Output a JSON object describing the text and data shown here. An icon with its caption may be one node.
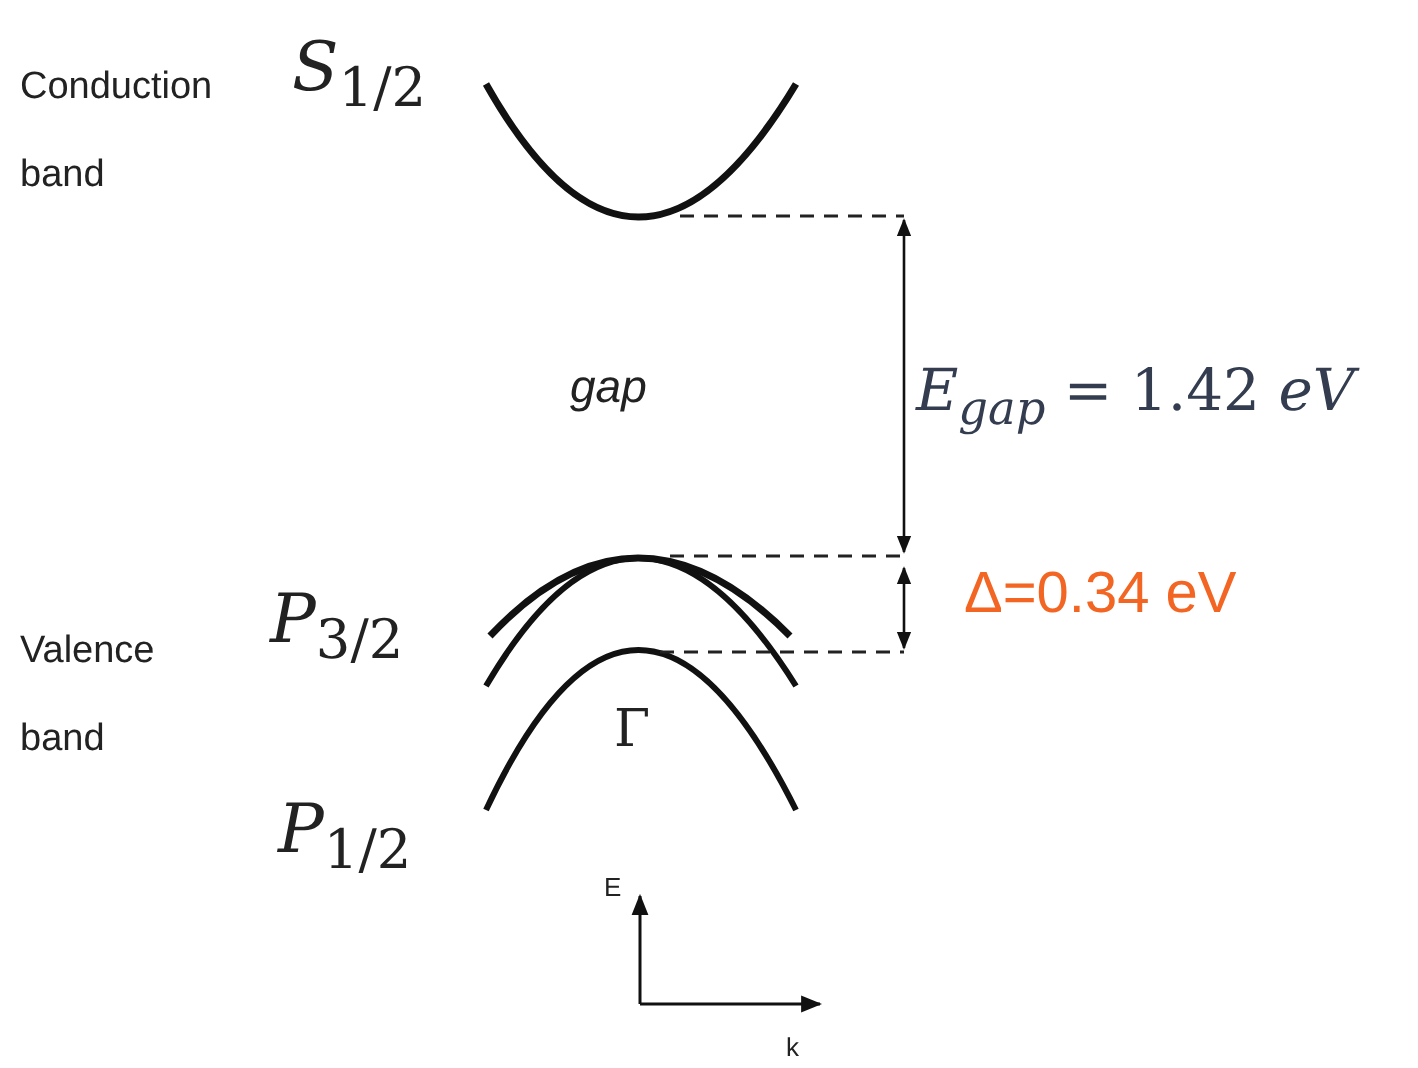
{
  "diagram": {
    "labels": [
      "Conduction band",
      "*S*$_{1/2}$",
      "gap",
      "*E*$_{gap}$ = 1.42 *eV*",
      "Valence band",
      "*P*$_{3/2}$",
      "Δ=0.34 eV",
      "Γ",
      "*P*$_{1/2}$",
      "E",
      "k"
    ]
  }
}
